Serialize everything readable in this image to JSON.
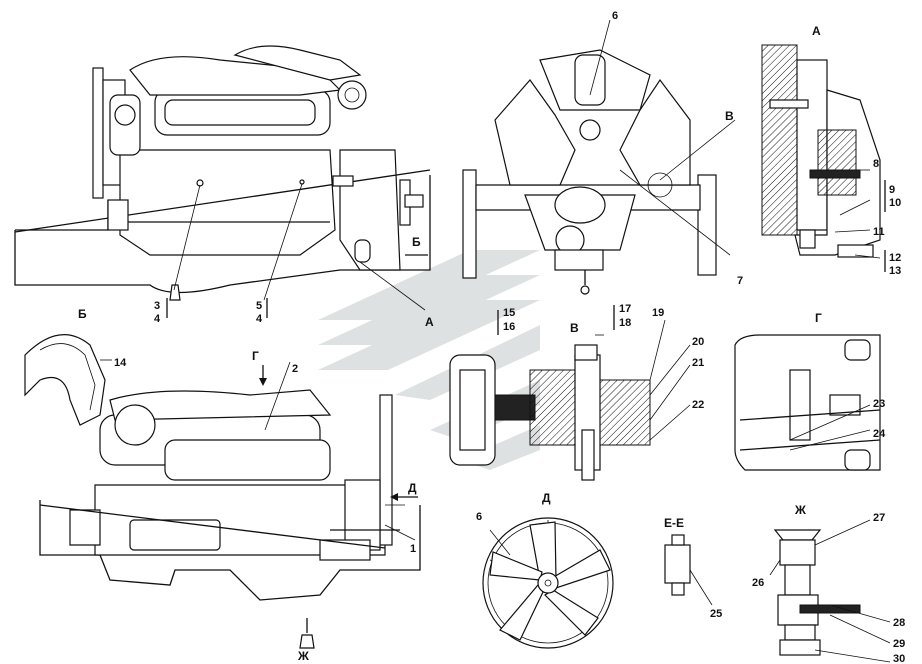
{
  "labels": {
    "n1": "1",
    "n2": "2",
    "n3": "3",
    "n4a": "4",
    "n5": "5",
    "n4b": "4",
    "n6a": "6",
    "n6b": "6",
    "n7": "7",
    "n8": "8",
    "n9": "9",
    "n10": "10",
    "n11": "11",
    "n12": "12",
    "n13": "13",
    "n14": "14",
    "n15": "15",
    "n16": "16",
    "n17": "17",
    "n18": "18",
    "n19": "19",
    "n20": "20",
    "n21": "21",
    "n22": "22",
    "n23": "23",
    "n24": "24",
    "n25": "25",
    "n26": "26",
    "n27": "27",
    "n28": "28",
    "n29": "29",
    "n30": "30"
  },
  "views": {
    "A_title": "А",
    "A_callout": "А",
    "B_callout_top": "Б",
    "B_title": "Б",
    "V_callout": "В",
    "V_title": "В",
    "G_arrow": "Г",
    "G_title": "Г",
    "D_arrow": "Д",
    "D_title": "Д",
    "EE_title": "Е-Е",
    "Zh_callout": "Ж",
    "Zh_title": "Ж"
  },
  "colors": {
    "ink": "#111111",
    "watermark": "#d9dcdc"
  }
}
